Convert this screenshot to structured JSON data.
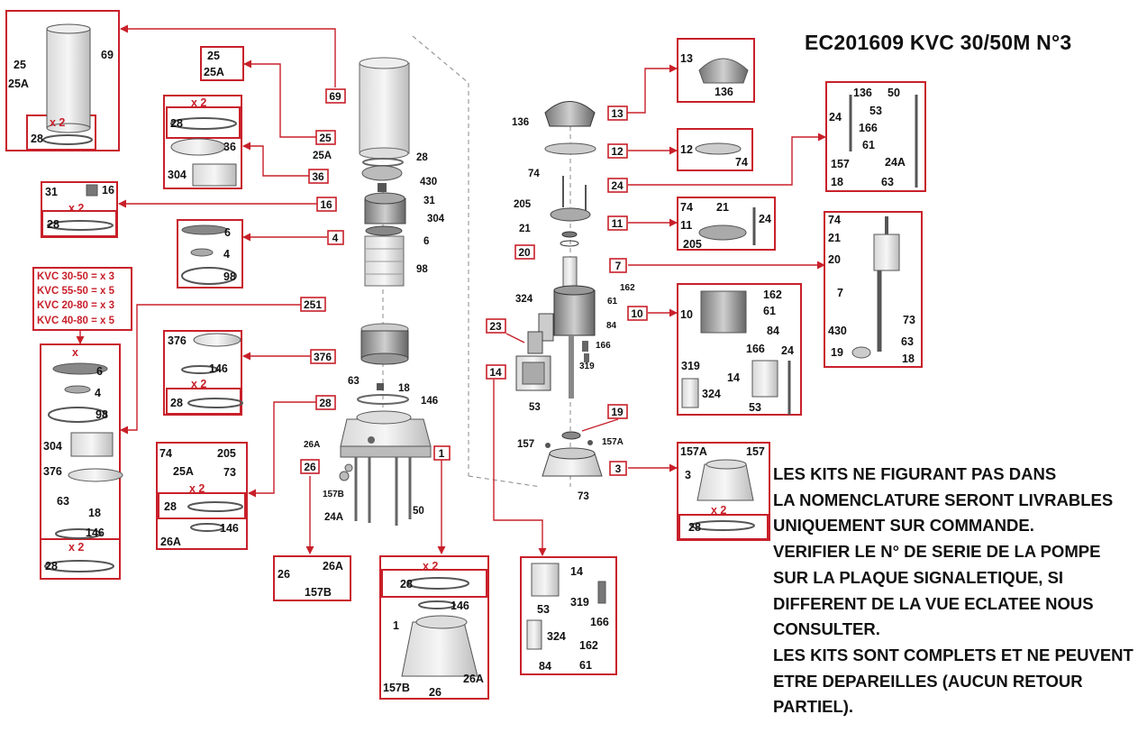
{
  "title": "EC201609 KVC 30/50M N°3",
  "notes": [
    "LES KITS NE FIGURANT PAS DANS",
    "LA NOMENCLATURE SERONT LIVRABLES",
    "UNIQUEMENT SUR COMMANDE.",
    "VERIFIER LE N° DE SERIE DE LA POMPE",
    "SUR LA PLAQUE SIGNALETIQUE, SI",
    "DIFFERENT DE LA VUE ECLATEE NOUS",
    "CONSULTER.",
    "LES KITS SONT COMPLETS ET NE PEUVENT",
    "ETRE DEPAREILLES (AUCUN RETOUR",
    "PARTIEL)."
  ],
  "kvc_table": [
    "KVC 30-50 = x 3",
    "KVC 55-50 = x 5",
    "KVC 20-80 = x 3",
    "KVC 40-80 = x 5"
  ],
  "multiplier_x": "x",
  "multiplier_x2": "x 2",
  "colors": {
    "accent": "#c8202a",
    "ink": "#111111",
    "parts": "#555555"
  },
  "kit_labels": {
    "k69": "69",
    "k25": "25",
    "k36": "36",
    "k16": "16",
    "k4": "4",
    "k251": "251",
    "k376": "376",
    "k28": "28",
    "k26": "26",
    "k1": "1",
    "k13": "13",
    "k12": "12",
    "k24": "24",
    "k11": "11",
    "k20": "20",
    "k7": "7",
    "k10": "10",
    "k23": "23",
    "k14": "14",
    "k19": "19",
    "k3": "3"
  },
  "main_labels": {
    "l25A": "25A",
    "l28": "28",
    "l430": "430",
    "l31": "31",
    "l304": "304",
    "l6": "6",
    "l98": "98",
    "l63": "63",
    "l18": "18",
    "l146": "146",
    "l26A": "26A",
    "l157B": "157B",
    "l24A": "24A",
    "l50": "50",
    "l136": "136",
    "l74": "74",
    "l205": "205",
    "l21": "21",
    "l324": "324",
    "l162": "162",
    "l61": "61",
    "l84": "84",
    "l166": "166",
    "l319": "319",
    "l53": "53",
    "l157": "157",
    "l157A": "157A",
    "l73": "73"
  },
  "box69": {
    "a": "25",
    "b": "25A",
    "c": "69",
    "d": "28"
  },
  "box25": {
    "a": "25",
    "b": "25A"
  },
  "box36": {
    "a": "28",
    "b": "36",
    "c": "304"
  },
  "box16": {
    "a": "31",
    "b": "16",
    "c": "28"
  },
  "box4": {
    "a": "6",
    "b": "4",
    "c": "98"
  },
  "boxKVC": {
    "a": "6",
    "b": "4",
    "c": "98",
    "d": "304",
    "e": "376",
    "f": "63",
    "g": "18",
    "h": "146",
    "i": "28"
  },
  "box376": {
    "a": "376",
    "b": "146",
    "c": "28"
  },
  "box28": {
    "a": "74",
    "b": "205",
    "c": "25A",
    "d": "73",
    "e": "28",
    "f": "146",
    "g": "26A"
  },
  "box26": {
    "a": "26",
    "b": "26A",
    "c": "157B"
  },
  "box1": {
    "a": "28",
    "b": "146",
    "c": "1",
    "d": "157B",
    "e": "26",
    "f": "26A"
  },
  "box13": {
    "a": "13",
    "b": "136"
  },
  "box12": {
    "a": "12",
    "b": "74"
  },
  "box24": {
    "a": "136",
    "b": "50",
    "c": "24",
    "d": "53",
    "e": "166",
    "f": "61",
    "g": "157",
    "h": "24A",
    "i": "18",
    "j": "63"
  },
  "box11": {
    "a": "74",
    "b": "21",
    "c": "24",
    "d": "11",
    "e": "205"
  },
  "box7": {
    "a": "74",
    "b": "21",
    "c": "20",
    "d": "7",
    "e": "73",
    "f": "430",
    "g": "63",
    "h": "19",
    "i": "18"
  },
  "box10": {
    "a": "162",
    "b": "10",
    "c": "61",
    "d": "84",
    "e": "166",
    "f": "24",
    "g": "319",
    "h": "14",
    "i": "324",
    "j": "53"
  },
  "box3": {
    "a": "157A",
    "b": "157",
    "c": "3",
    "d": "28"
  },
  "box14": {
    "a": "14",
    "b": "319",
    "c": "53",
    "d": "166",
    "e": "324",
    "f": "162",
    "g": "84",
    "h": "61"
  }
}
